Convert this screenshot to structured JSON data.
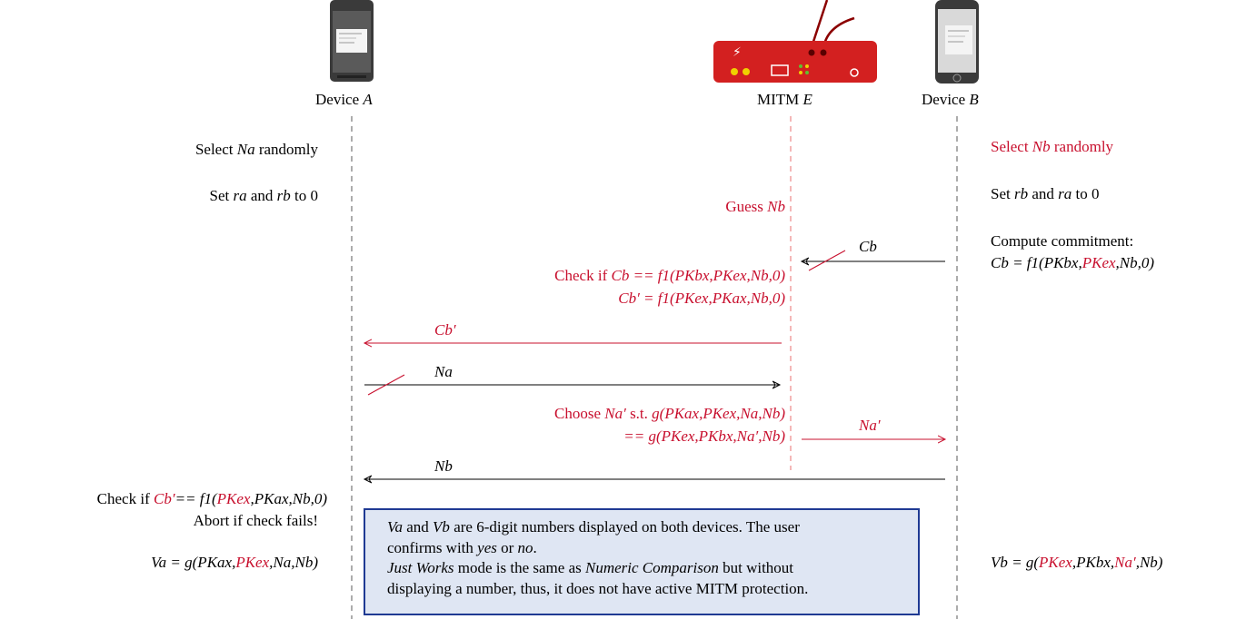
{
  "colors": {
    "attacker": "#c8102e",
    "normal": "#000000",
    "device_body": "#3a3a3a",
    "router": "#d32020",
    "note_fill": "#dfe6f3",
    "note_border": "#1f3a93"
  },
  "icons": {
    "device_a": "android-phone-icon",
    "mitm": "router-icon",
    "device_b": "iphone-icon"
  },
  "actors": {
    "a": {
      "name": "Device ",
      "var": "A"
    },
    "e": {
      "name": "MITM ",
      "var": "E"
    },
    "b": {
      "name": "Device ",
      "var": "B"
    }
  },
  "left": {
    "select": {
      "pre": "Select ",
      "var": "Na",
      "post": " randomly"
    },
    "set": {
      "pre": "Set ",
      "v1": "ra",
      "mid": " and ",
      "v2": "rb",
      "post": " to 0"
    },
    "check": {
      "pre": "Check if ",
      "red": "Cb′",
      "mid": "== f1(",
      "red2": "PKex",
      "post": ",PKax,Nb,0)"
    },
    "abort": "Abort if check fails!",
    "va": {
      "pre": "Va = g(PKax,",
      "red": "PKex",
      "post": ",Na,Nb)"
    }
  },
  "middle": {
    "guess": {
      "pre": "Guess ",
      "var": "Nb"
    },
    "check1": {
      "pre": "Check if ",
      "formula": "Cb == f1(PKbx,PKex,Nb,0)"
    },
    "check2": "Cb′ = f1(PKex,PKax,Nb,0)",
    "choose1": {
      "pre": "Choose ",
      "var": "Na′",
      "mid": " s.t. ",
      "formula": "g(PKax,PKex,Na,Nb)"
    },
    "choose2": "== g(PKex,PKbx,Na′,Nb)"
  },
  "right": {
    "select": {
      "pre": "Select ",
      "var": "Nb",
      "post": " randomly"
    },
    "set": {
      "pre": "Set ",
      "v1": "rb",
      "mid": " and ",
      "v2": "ra",
      "post": " to 0"
    },
    "commit1": "Compute commitment:",
    "commit2": {
      "pre": "Cb = f1(PKbx,",
      "red": "PKex",
      "post": ",Nb,0)"
    },
    "vb": {
      "pre": "Vb = g(",
      "red1": "PKex",
      "mid": ",PKbx,",
      "red2": "Na′",
      "post": ",Nb)"
    }
  },
  "messages": {
    "cb": "Cb",
    "cb_prime": "Cb′",
    "na": "Na",
    "na_prime": "Na′",
    "nb": "Nb"
  },
  "note": {
    "l1": {
      "v1": "Va",
      "and": " and ",
      "v2": "Vb",
      "post": " are 6-digit numbers displayed on both devices. The user"
    },
    "l2": {
      "pre": "confirms with ",
      "yes": "yes",
      "or": " or ",
      "no": "no",
      "post": "."
    },
    "l3": {
      "jw": "Just Works",
      "mid": " mode is the same as ",
      "nc": "Numeric Comparison",
      "post": " but without"
    },
    "l4": "displaying a number, thus, it does not have active MITM protection."
  }
}
